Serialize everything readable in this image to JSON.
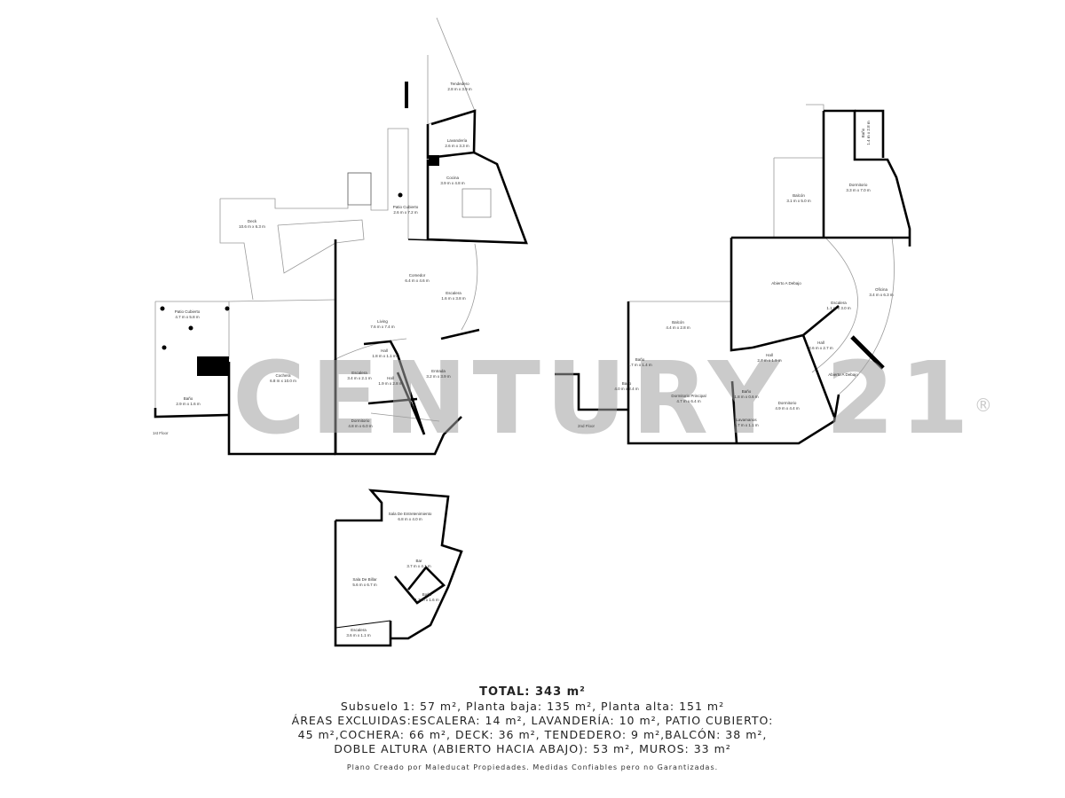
{
  "floors": {
    "first": {
      "label": "1st Floor",
      "rooms": [
        {
          "name": "Tendedero",
          "dims": "2.8 m x 3.9 m"
        },
        {
          "name": "Lavandería",
          "dims": "2.6 m x 3.3 m"
        },
        {
          "name": "Cocina",
          "dims": "3.9 m x 4.8 m"
        },
        {
          "name": "Patio Cubierto",
          "dims": "2.6 m x 7.2 m"
        },
        {
          "name": "Deck",
          "dims": "10.6 m x 6.3 m"
        },
        {
          "name": "Comedor",
          "dims": "6.4 m x 4.6 m"
        },
        {
          "name": "Escalera",
          "dims": "1.6 m x 3.8 m"
        },
        {
          "name": "Living",
          "dims": "7.6 m x 7.4 m"
        },
        {
          "name": "Patio Cubierto",
          "dims": "4.7 m x 5.8 m"
        },
        {
          "name": "Cochera",
          "dims": "6.8 m x 10.0 m"
        },
        {
          "name": "Hall",
          "dims": "1.8 m x 1.1 m"
        },
        {
          "name": "Escalera",
          "dims": "3.4 m x 2.1 m"
        },
        {
          "name": "Hall",
          "dims": "1.9 m x 2.8 m"
        },
        {
          "name": "Entrada",
          "dims": "3.2 m x 3.9 m"
        },
        {
          "name": "Dormitorio",
          "dims": "4.8 m x 6.0 m"
        },
        {
          "name": "Baño",
          "dims": "2.9 m x 1.6 m"
        }
      ]
    },
    "second": {
      "label": "2nd Floor",
      "rooms": [
        {
          "name": "Baño",
          "dims": "1.4 m x 2.8 m"
        },
        {
          "name": "Dormitorio",
          "dims": "3.3 m x 7.0 m"
        },
        {
          "name": "Balcón",
          "dims": "3.1 m x 5.0 m"
        },
        {
          "name": "Abierto A Debajo",
          "dims": ""
        },
        {
          "name": "Oficina",
          "dims": "3.4 m x 6.3 m"
        },
        {
          "name": "Escalera",
          "dims": "1.1 m x 3.0 m"
        },
        {
          "name": "Balcón",
          "dims": "4.4 m x 2.8 m"
        },
        {
          "name": "Hall",
          "dims": "2.6 m x 2.7 m"
        },
        {
          "name": "Hall",
          "dims": "2.7 m x 1.9 m"
        },
        {
          "name": "Baño",
          "dims": "1.7 m x 1.4 m"
        },
        {
          "name": "Abierto A Debajo",
          "dims": ""
        },
        {
          "name": "Baño",
          "dims": "4.0 m x 2.4 m"
        },
        {
          "name": "Dormitorio Principal",
          "dims": "4.7 m x 6.4 m"
        },
        {
          "name": "Baño",
          "dims": "1.8 m x 0.6 m"
        },
        {
          "name": "Dormitorio",
          "dims": "4.9 m x 4.4 m"
        },
        {
          "name": "Lavamanos",
          "dims": "1.7 m x 1.1 m"
        }
      ]
    },
    "basement": {
      "rooms": [
        {
          "name": "Sala De Entretenimiento",
          "dims": "6.8 m x 4.0 m"
        },
        {
          "name": "Bar",
          "dims": "3.7 m x 4.1 m"
        },
        {
          "name": "Sala De Billar",
          "dims": "5.6 m x 6.7 m"
        },
        {
          "name": "Baño",
          "dims": "1.7 m x 1.6 m"
        },
        {
          "name": "Escalera",
          "dims": "3.6 m x 1.1 m"
        }
      ]
    }
  },
  "watermark": {
    "text": "CENTURY 21",
    "mark": "®"
  },
  "summary": {
    "total": "TOTAL: 343 m²",
    "lines": [
      "Subsuelo 1: 57 m², Planta baja: 135 m², Planta alta: 151 m²",
      "ÁREAS EXCLUIDAS:ESCALERA: 14 m², LAVANDERÍA: 10 m², PATIO CUBIERTO:",
      "45 m²,COCHERA: 66 m², DECK: 36 m², TENDEDERO: 9 m²,BALCÓN: 38 m²,",
      "DOBLE ALTURA (ABIERTO HACIA ABAJO): 53 m², MUROS: 33 m²"
    ],
    "credit": "Plano Creado por Maleducat Propiedades. Medidas Confiables pero no Garantizadas."
  },
  "colors": {
    "wall": "#000000",
    "thin_line": "#888888",
    "watermark": "#a0a0a0"
  }
}
